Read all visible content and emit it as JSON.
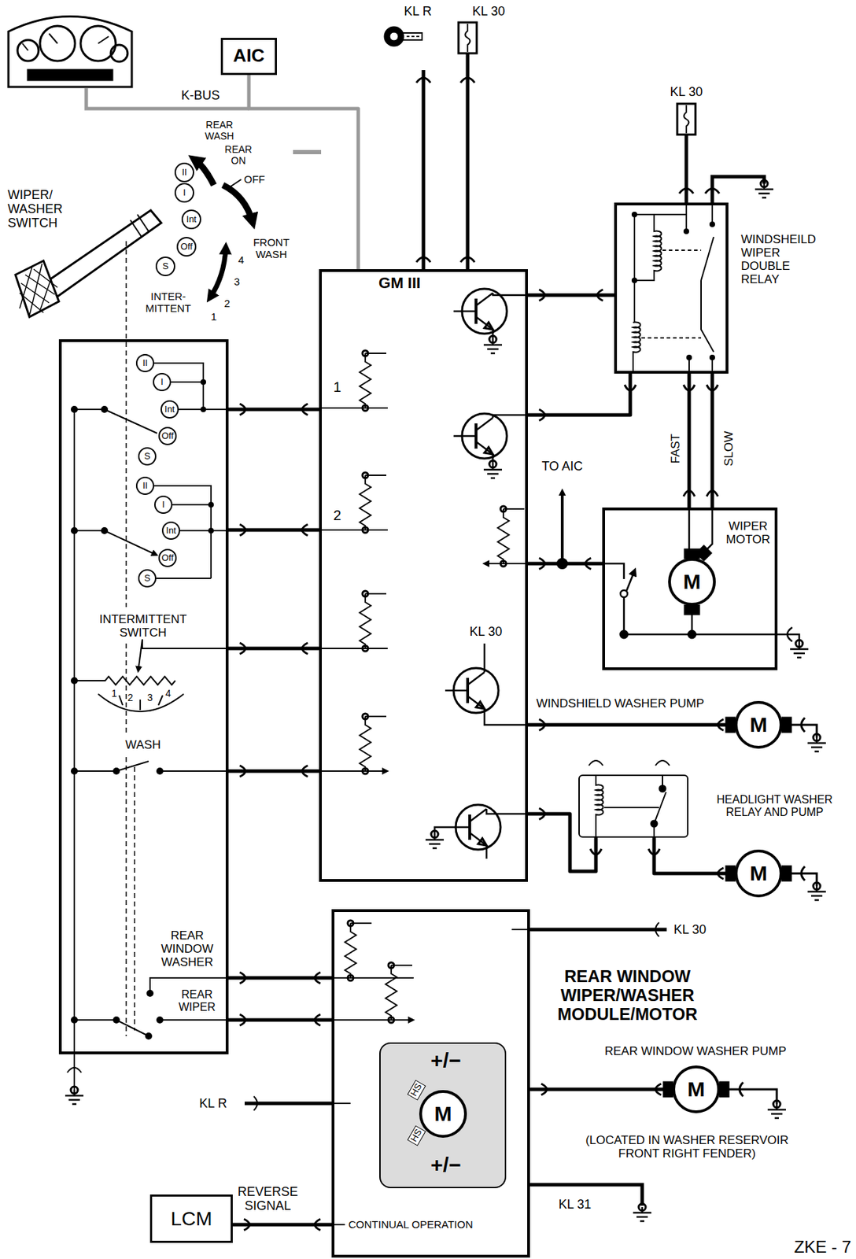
{
  "diagram": {
    "nodes": [
      {
        "text": [
          "AIC"
        ]
      },
      {
        "text": [
          "II"
        ]
      },
      {
        "text": [
          "I"
        ]
      },
      {
        "text": [
          "Int"
        ]
      },
      {
        "text": [
          "Off"
        ]
      },
      {
        "text": [
          "S"
        ]
      },
      {
        "text": [
          "INTERMITTENT SWITCH",
          "WASH",
          "REAR WINDOW WASHER",
          "REAR WIPER"
        ]
      },
      {
        "text": [
          "II"
        ],
        "in": 6
      },
      {
        "text": [
          "I"
        ],
        "in": 6
      },
      {
        "text": [
          "Int"
        ],
        "in": 6
      },
      {
        "text": [
          "Off"
        ],
        "in": 6
      },
      {
        "text": [
          "S"
        ],
        "in": 6
      },
      {
        "text": [
          "II"
        ],
        "in": 6
      },
      {
        "text": [
          "I"
        ],
        "in": 6
      },
      {
        "text": [
          "Int"
        ],
        "in": 6
      },
      {
        "text": [
          "Off"
        ],
        "in": 6
      },
      {
        "text": [
          "S"
        ],
        "in": 6
      },
      {
        "text": [
          "GM III",
          "1",
          "2",
          "KL 30"
        ]
      },
      {
        "text": [
          "WINDSHEILD WIPER DOUBLE RELAY"
        ]
      },
      {
        "text": [
          "WIPER MOTOR"
        ]
      },
      {
        "text": [
          "M"
        ],
        "in": 19
      },
      {
        "text": [
          "M"
        ]
      },
      {
        "text": [
          "HEADLIGHT WASHER RELAY AND PUMP"
        ]
      },
      {
        "text": [
          "M"
        ]
      },
      {
        "text": [
          "REAR WINDOW WIPER/WASHER MODULE/MOTOR",
          "CONTINUAL OPERATION"
        ]
      },
      {
        "text": [
          "+/−",
          "HS",
          "HS",
          "+/−"
        ],
        "in": 24
      },
      {
        "text": [
          "M"
        ],
        "in": 25
      },
      {
        "text": [
          "M"
        ]
      },
      {
        "text": [
          "LCM"
        ]
      }
    ],
    "edges": [
      {
        "from": 0,
        "to": 17,
        "arrow": "none"
      },
      {
        "from": 6,
        "to": 17,
        "arrow": "none"
      },
      {
        "from": 6,
        "to": 17,
        "arrow": "none"
      },
      {
        "from": 6,
        "to": 17,
        "arrow": "none"
      },
      {
        "from": 6,
        "to": 17,
        "arrow": "none"
      },
      {
        "from": 17,
        "to": 18,
        "arrow": "none"
      },
      {
        "from": 17,
        "to": 18,
        "arrow": "none"
      },
      {
        "from": 18,
        "to": 19,
        "label": "FAST",
        "arrow": "none"
      },
      {
        "from": 18,
        "to": 19,
        "label": "SLOW",
        "arrow": "none"
      },
      {
        "from": 17,
        "to": 19,
        "arrow": "none"
      },
      {
        "from": 17,
        "to": 21,
        "arrow": "none"
      },
      {
        "from": 17,
        "to": 22,
        "arrow": "none"
      },
      {
        "from": 22,
        "to": 23,
        "arrow": "none"
      },
      {
        "from": 6,
        "to": 24,
        "arrow": "none"
      },
      {
        "from": 6,
        "to": 24,
        "arrow": "none"
      },
      {
        "from": 24,
        "to": 27,
        "arrow": "none"
      },
      {
        "from": 28,
        "to": 24,
        "arrow": "none"
      }
    ],
    "labels": [
      "KL R",
      "KL 30",
      "K-BUS",
      "REAR WASH",
      "REAR ON",
      "OFF",
      "FRONT WASH",
      "4",
      "3",
      "2",
      "1",
      "INTER- MITTENT",
      "WIPER/ WASHER SWITCH",
      "KL 30",
      "TO AIC",
      "WINDSHIELD WASHER PUMP",
      "1",
      "2",
      "3",
      "4",
      "KL 30",
      "REAR WINDOW WASHER PUMP",
      "(LOCATED IN WASHER RESERVOIR FRONT RIGHT FENDER)",
      "KL R",
      "REVERSE SIGNAL",
      "KL 31",
      "ZKE - 7"
    ]
  }
}
